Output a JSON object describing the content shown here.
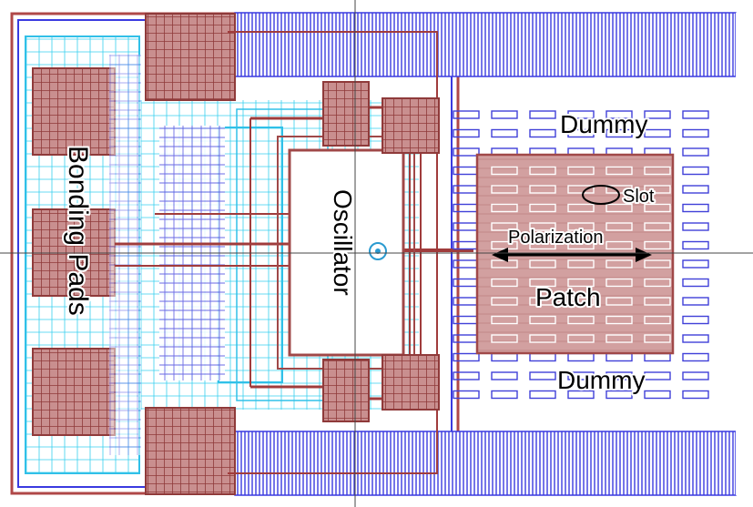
{
  "labels": {
    "bonding_pads": "Bonding Pads",
    "oscillator": "Oscillator",
    "dummy_top": "Dummy",
    "dummy_bottom": "Dummy",
    "slot": "Slot",
    "polarization": "Polarization",
    "patch": "Patch"
  },
  "colors": {
    "metal_top": "#a04848",
    "metal_top_fill": "#c88c8c",
    "metal_blue": "#3030d0",
    "metal_cyan": "#20c8e8",
    "background": "#ffffff",
    "crosshair": "#555555",
    "text": "#000000"
  }
}
